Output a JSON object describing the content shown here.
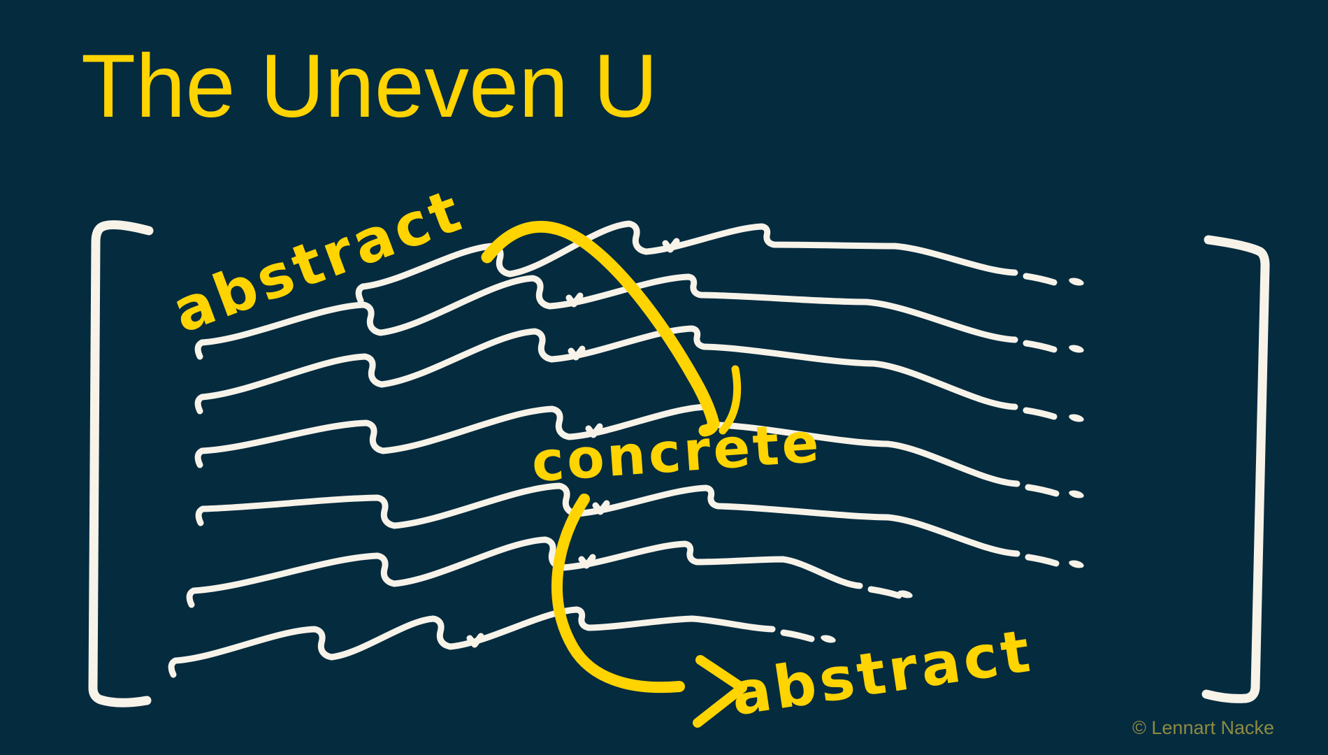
{
  "slide": {
    "title": "The Uneven U",
    "attribution": "© Lennart Nacke",
    "colors": {
      "background": "#052B3F",
      "accent_yellow": "#FFD400",
      "chalk_white": "#F7F3E9",
      "attribution_text": "#8E8B41"
    }
  },
  "diagram": {
    "label_top": "abstract",
    "label_middle": "concrete",
    "label_bottom": "abstract",
    "text_line_count": 7,
    "icons": {
      "top_arrow": "curved-arrow-down-icon",
      "bottom_arrow": "curved-arrow-right-icon",
      "left_bracket": "left-bracket-icon",
      "right_bracket": "right-bracket-icon"
    }
  }
}
